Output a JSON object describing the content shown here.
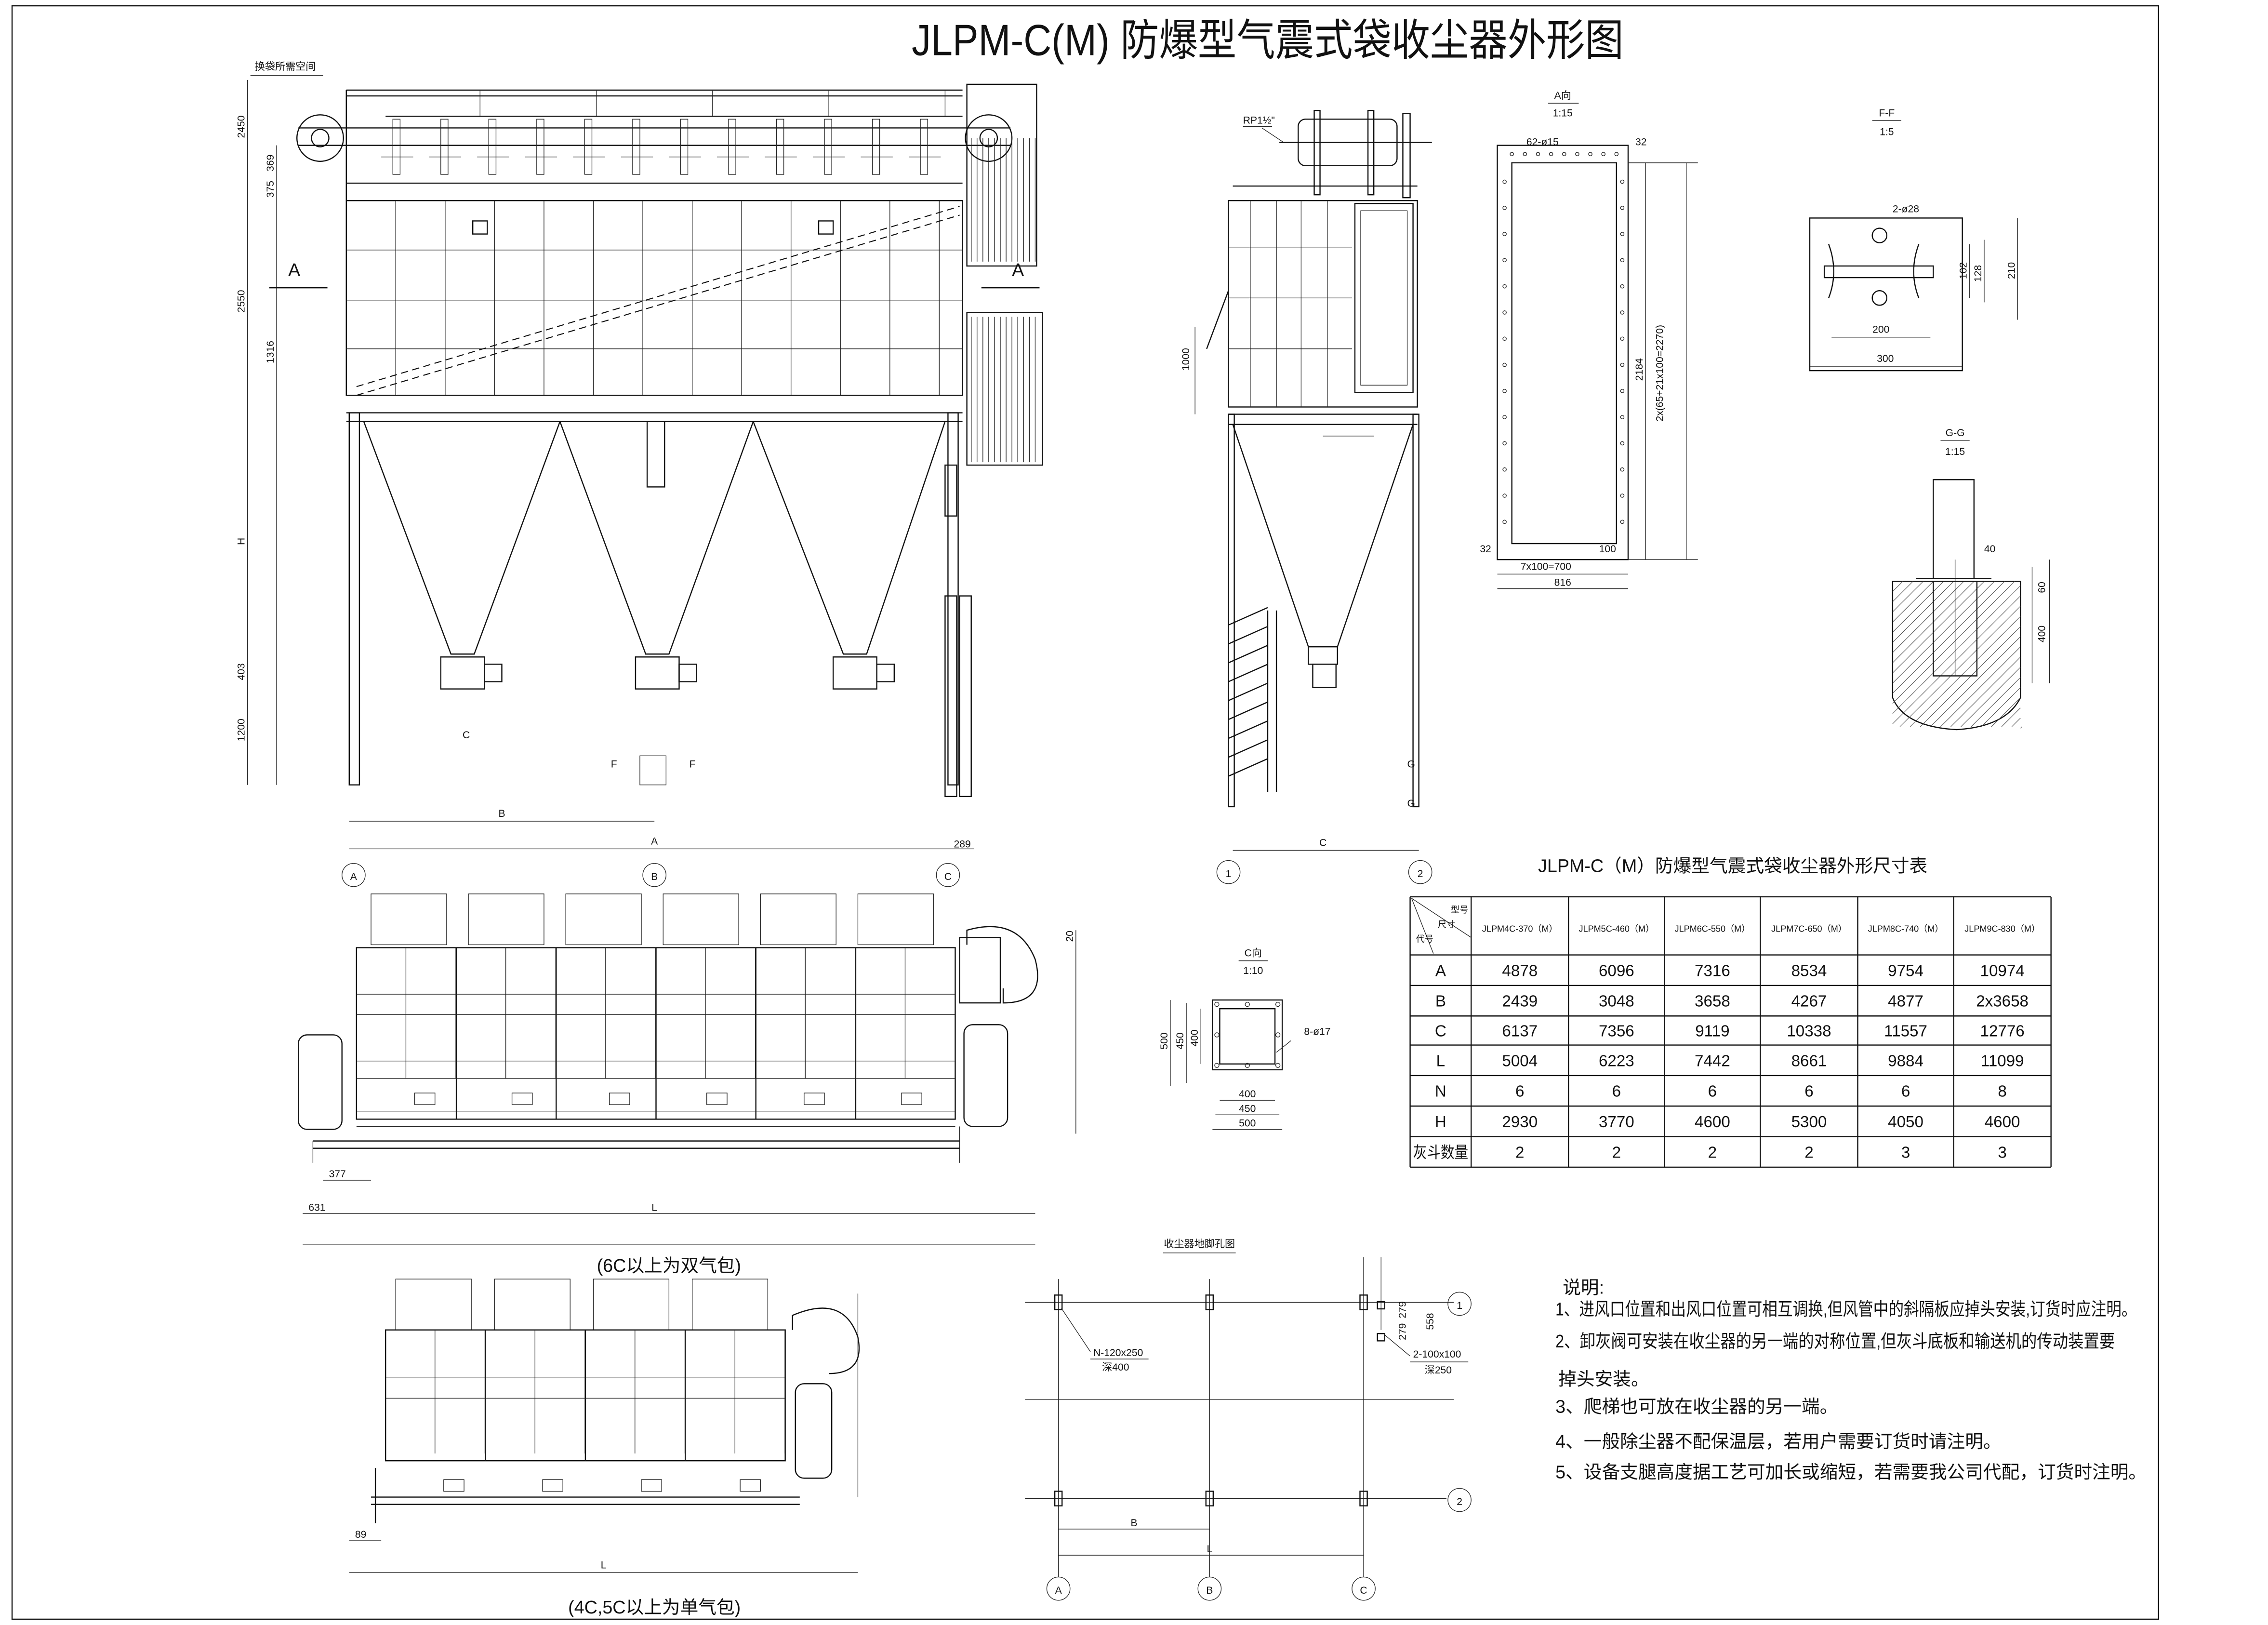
{
  "drawing": {
    "title": "JLPM-C(M) 防爆型气震式袋收尘器外形图",
    "bag_change_space_label": "换袋所需空间"
  },
  "front_view": {
    "dims_left": [
      "2450",
      "369",
      "375",
      "2550",
      "1316",
      "H",
      "403",
      "1200"
    ],
    "dim_b": "B",
    "dim_a": "A",
    "dim_289": "289",
    "arrow_a": "A",
    "arrow_c": "C",
    "section_f": "F",
    "axes": [
      "A",
      "B",
      "C"
    ]
  },
  "side_view": {
    "pipe_label": "RP1½\"",
    "dim_1000": "1000",
    "section_g": "G",
    "dim_c": "C",
    "axes": [
      "1",
      "2"
    ]
  },
  "view_a": {
    "title": "A向",
    "scale": "1:15",
    "holes": "62-ø15",
    "dim_32": "32",
    "dim_2184": "2184",
    "dim_vertical": "2x(65+21x100=2270)",
    "dim_bottom": "7x100=700",
    "dim_100": "100",
    "dim_32b": "32",
    "dim_816": "816"
  },
  "section_ff": {
    "title": "F-F",
    "scale": "1:5",
    "holes": "2-ø28",
    "dim_102": "102",
    "dim_128": "128",
    "dim_210": "210",
    "dim_200": "200",
    "dim_300": "300"
  },
  "section_gg": {
    "title": "G-G",
    "scale": "1:15",
    "dim_40": "40",
    "dim_60": "60",
    "dim_400": "400"
  },
  "view_c": {
    "title": "C向",
    "scale": "1:10",
    "holes": "8-ø17",
    "dim_400": "400",
    "dim_450": "450",
    "dim_500": "500"
  },
  "plan_6c": {
    "caption": "(6C以上为双气包)",
    "dim_377": "377",
    "dim_631": "631",
    "dim_l": "L",
    "dim_20": "20"
  },
  "plan_4c": {
    "caption": "(4C,5C以上为单气包)",
    "dim_89": "89",
    "dim_l": "L"
  },
  "foundation": {
    "title": "收尘器地脚孔图",
    "anchor_hole": "N-120x250",
    "anchor_depth": "深400",
    "small_hole": "2-100x100",
    "small_depth": "深250",
    "dim_279a": "279",
    "dim_279b": "279",
    "dim_558": "558",
    "dim_b": "B",
    "dim_l": "L",
    "axes_v": [
      "A",
      "B",
      "C"
    ],
    "axes_h": [
      "1",
      "2"
    ]
  },
  "table": {
    "title": "JLPM-C（M）防爆型气震式袋收尘器外形尺寸表",
    "corner_model": "型号",
    "corner_size": "尺寸",
    "corner_code": "代号",
    "models": [
      "JLPM4C-370（M）",
      "JLPM5C-460（M）",
      "JLPM6C-550（M）",
      "JLPM7C-650（M）",
      "JLPM8C-740（M）",
      "JLPM9C-830（M）"
    ],
    "rows": [
      {
        "code": "A",
        "values": [
          "4878",
          "6096",
          "7316",
          "8534",
          "9754",
          "10974"
        ]
      },
      {
        "code": "B",
        "values": [
          "2439",
          "3048",
          "3658",
          "4267",
          "4877",
          "2x3658"
        ]
      },
      {
        "code": "C",
        "values": [
          "6137",
          "7356",
          "9119",
          "10338",
          "11557",
          "12776"
        ]
      },
      {
        "code": "L",
        "values": [
          "5004",
          "6223",
          "7442",
          "8661",
          "9884",
          "11099"
        ]
      },
      {
        "code": "N",
        "values": [
          "6",
          "6",
          "6",
          "6",
          "6",
          "8"
        ]
      },
      {
        "code": "H",
        "values": [
          "2930",
          "3770",
          "4600",
          "5300",
          "4050",
          "4600"
        ]
      },
      {
        "code": "灰斗数量",
        "values": [
          "2",
          "2",
          "2",
          "2",
          "3",
          "3"
        ]
      }
    ]
  },
  "notes": {
    "heading": "说明:",
    "items": [
      "1、进风口位置和出风口位置可相互调换,但风管中的斜隔板应掉头安装,订货时应注明。",
      "2、卸灰阀可安装在收尘器的另一端的对称位置,但灰斗底板和输送机的传动装置要",
      "掉头安装。",
      "3、爬梯也可放在收尘器的另一端。",
      "4、一般除尘器不配保温层，若用户需要订货时请注明。",
      "5、设备支腿高度据工艺可加长或缩短，若需要我公司代配，订货时注明。"
    ]
  }
}
